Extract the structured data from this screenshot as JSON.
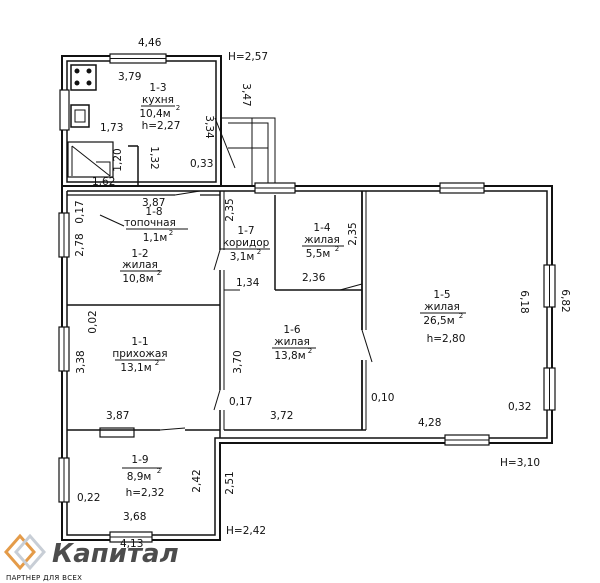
{
  "rooms": {
    "r13": {
      "id": "1-3",
      "name": "кухня",
      "area": "10,4м",
      "height": "h=2,27"
    },
    "r18": {
      "id": "1-8",
      "name": "топочная",
      "area": "1,1м"
    },
    "r17": {
      "id": "1-7",
      "name": "коридор",
      "area": "3,1м"
    },
    "r14": {
      "id": "1-4",
      "name": "жилая",
      "area": "5,5м"
    },
    "r12": {
      "id": "1-2",
      "name": "жилая",
      "area": "10,8м"
    },
    "r15": {
      "id": "1-5",
      "name": "жилая",
      "area": "26,5м",
      "height": "h=2,80"
    },
    "r11": {
      "id": "1-1",
      "name": "прихожая",
      "area": "13,1м"
    },
    "r16": {
      "id": "1-6",
      "name": "жилая",
      "area": "13,8м"
    },
    "r19": {
      "id": "1-9",
      "area": "8,9м",
      "height": "h=2,32"
    }
  },
  "area_superscript": "2",
  "dimensions": {
    "top_width": "4,46",
    "kitchen_width": "3,79",
    "kitchen_right": "3,47",
    "kitchen_inner": "3,34",
    "d_173": "1,73",
    "d_120": "1,20",
    "d_132": "1,32",
    "d_162": "1,62",
    "d_033": "0,33",
    "d_387_top": "3,87",
    "d_017": "0,17",
    "d_235_corr": "2,35",
    "d_278": "2,78",
    "d_235_r14": "2,35",
    "d_236": "2,36",
    "d_134": "1,34",
    "d_618": "6,18",
    "d_682": "6,82",
    "d_002": "0,02",
    "d_338": "3,38",
    "d_370": "3,70",
    "d_010": "0,10",
    "d_017_b": "0,17",
    "d_387_bottom": "3,87",
    "d_372": "3,72",
    "d_428": "4,28",
    "d_032": "0,32",
    "d_242": "2,42",
    "d_251": "2,51",
    "d_022": "0,22",
    "d_368": "3,68",
    "d_413": "4,13"
  },
  "heights": {
    "top": "H=2,57",
    "right": "H=3,10",
    "bottom": "H=2,42"
  },
  "brand": {
    "logo_text": "Капитал",
    "tagline": "ПАРТНЕР ДЛЯ ВСЕХ"
  }
}
